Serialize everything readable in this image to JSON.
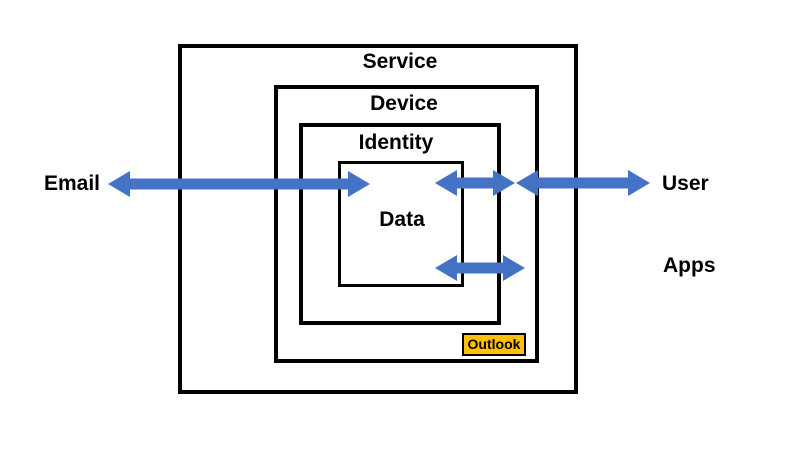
{
  "diagram": {
    "type": "nested-boxes-security-layers",
    "boxes": {
      "service": "Service",
      "device": "Device",
      "identity": "Identity",
      "data": "Data"
    },
    "external_labels": {
      "email": "Email",
      "user": "User",
      "apps": "Apps"
    },
    "badge": "Outlook",
    "colors": {
      "arrow_blue": "#4472C4",
      "box_border": "#000000",
      "badge_fill": "#FFC000",
      "badge_border": "#000000",
      "text": "#000000",
      "background": "#FFFFFF"
    },
    "arrows": [
      {
        "name": "email-data-arrow",
        "style": "double-headed",
        "between": [
          "Email",
          "Data"
        ]
      },
      {
        "name": "data-device-arrow",
        "style": "double-headed",
        "between": [
          "Data",
          "Device"
        ]
      },
      {
        "name": "service-user-arrow",
        "style": "double-headed",
        "between": [
          "Service",
          "User"
        ]
      },
      {
        "name": "data-apps-arrow",
        "style": "double-headed",
        "between": [
          "Data",
          "Apps"
        ]
      }
    ]
  }
}
